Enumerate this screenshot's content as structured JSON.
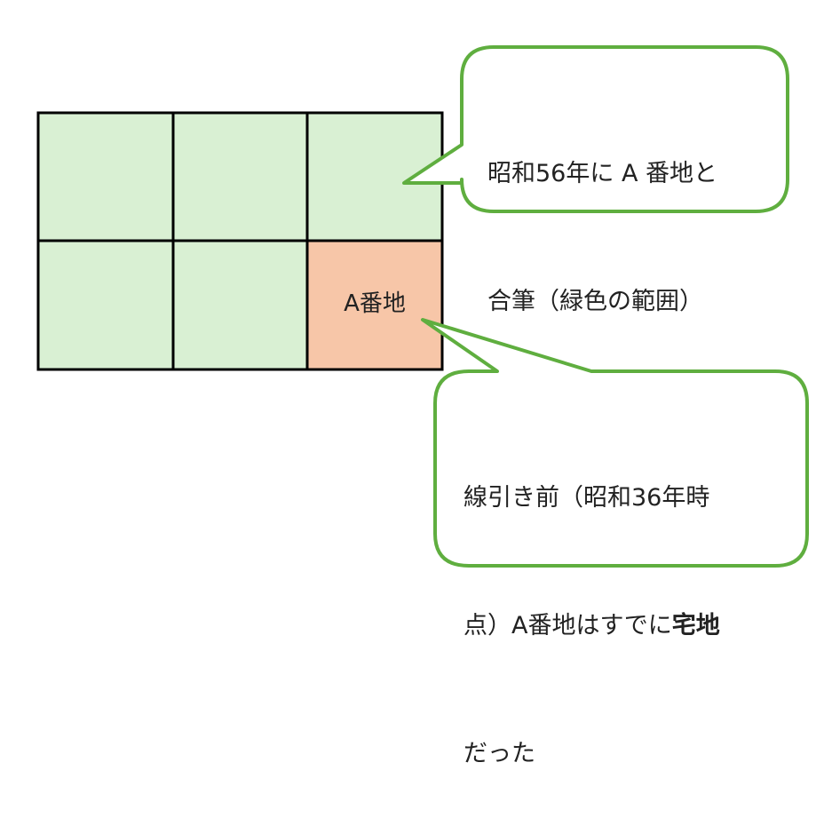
{
  "diagram": {
    "colors": {
      "merged_fill": "#d9f0d3",
      "lot_a_fill": "#f7c6a8",
      "grid_stroke": "#000000",
      "callout_stroke": "#5fae3f",
      "callout_fill": "#ffffff"
    },
    "grid": {
      "rows": 2,
      "cols": 3,
      "lot_a_label": "A番地"
    },
    "callout_top": {
      "lines": [
        "昭和56年に A 番地と",
        "合筆（緑色の範囲）"
      ]
    },
    "callout_bottom": {
      "line1": "線引き前（昭和36年時",
      "line2_prefix": "点）A番地はすでに",
      "line2_bold": "宅地",
      "line3": "だった"
    }
  }
}
